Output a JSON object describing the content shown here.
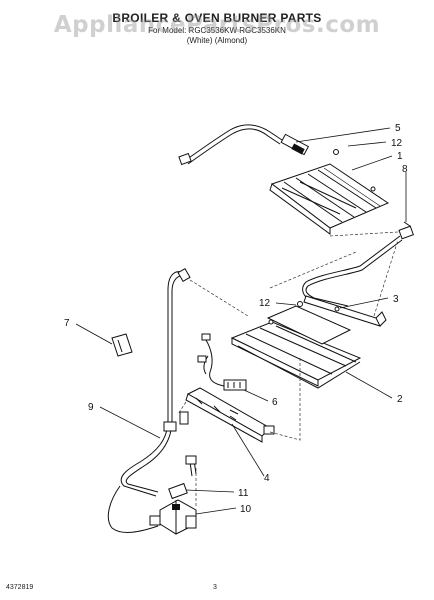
{
  "header": {
    "title": "BROILER & OVEN BURNER PARTS",
    "subtitle_line1": "For Model: RGC3536KW  RGC3536KN",
    "subtitle_line2": "(White)    (Almond)"
  },
  "watermark": "AppliancePartsPros.com",
  "footer": {
    "doc_number": "4372819",
    "page_number": "3"
  },
  "callouts": {
    "c1": "1",
    "c2": "2",
    "c3": "3",
    "c4": "4",
    "c5": "5",
    "c6": "6",
    "c7": "7",
    "c8": "8",
    "c9": "9",
    "c10": "10",
    "c11": "11",
    "c12a": "12",
    "c12b": "12"
  }
}
